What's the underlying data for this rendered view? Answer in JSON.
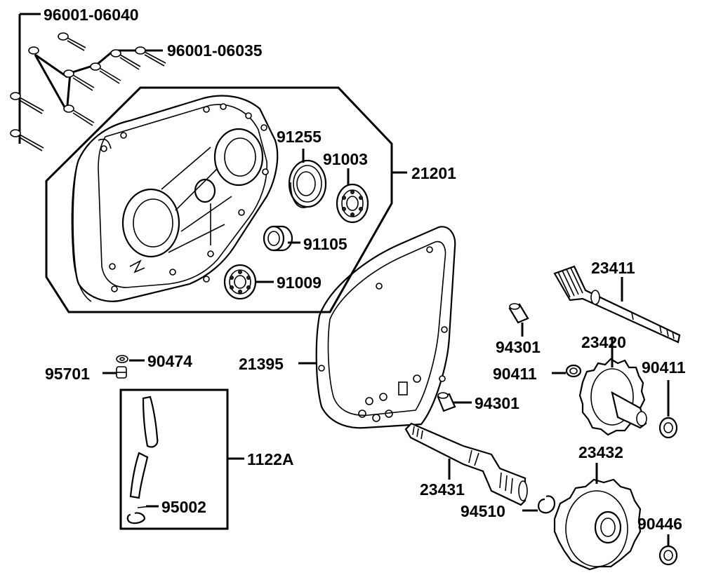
{
  "labels": {
    "p96001_06040": "96001-06040",
    "p96001_06035": "96001-06035",
    "p91255": "91255",
    "p91003": "91003",
    "p21201": "21201",
    "p91105": "91105",
    "p91009": "91009",
    "p23411": "23411",
    "p94301a": "94301",
    "p23420": "23420",
    "p90411a": "90411",
    "p90411b": "90411",
    "p21395": "21395",
    "p90474": "90474",
    "p95701": "95701",
    "p94301b": "94301",
    "p1122A": "1122A",
    "p23432": "23432",
    "p23431": "23431",
    "p94510": "94510",
    "p95002": "95002",
    "p90446": "90446"
  }
}
